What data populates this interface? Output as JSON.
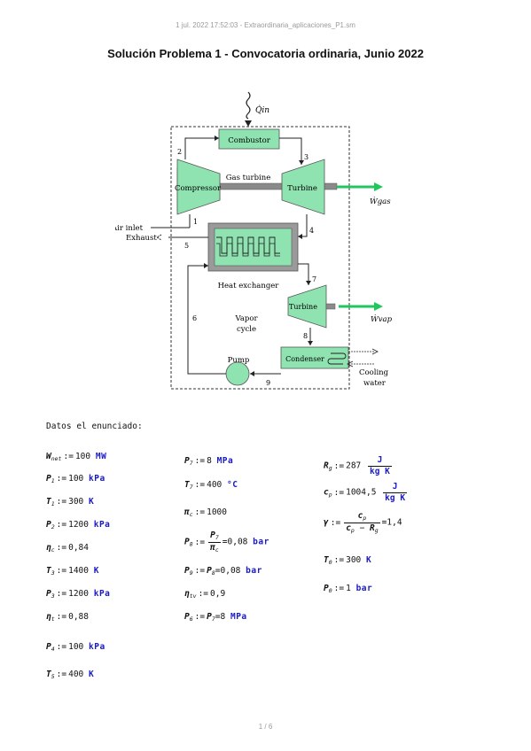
{
  "header": {
    "stamp": "1 jul. 2022 17:52:03 - Extraordinaria_aplicaciones_P1.sm",
    "title": "Solución Problema 1 - Convocatoria ordinaria, Junio 2022"
  },
  "diagram": {
    "labels": {
      "q_in": "Q̇in",
      "combustor": "Combustor",
      "gas_turbine": "Gas turbine",
      "compressor": "Compressor",
      "turbine_gas": "Turbine",
      "w_gas": "Ẇgas",
      "air_inlet": "Air inlet",
      "exhaust": "Exhaust",
      "heat_exchanger": "Heat exchanger",
      "turbine_vap": "Turbine",
      "w_vap": "Ẇvap",
      "vapor_cycle": "Vapor",
      "vapor_cycle2": "cycle",
      "pump": "Pump",
      "condenser": "Condenser",
      "cooling": "Cooling",
      "water": "water"
    },
    "states": [
      "1",
      "2",
      "3",
      "4",
      "5",
      "6",
      "7",
      "8",
      "9"
    ],
    "colors": {
      "component": "#8fe3b0",
      "arrow": "#22c55e",
      "frame": "#333333"
    }
  },
  "section": {
    "label": "Datos el enunciado:"
  },
  "equations": {
    "wnet": {
      "sym": "W",
      "sub": "net",
      "value": "100",
      "unit": "MW"
    },
    "p1": {
      "sym": "P",
      "sub": "1",
      "value": "100",
      "unit": "kPa"
    },
    "t1": {
      "sym": "T",
      "sub": "1",
      "value": "300",
      "unit": "K"
    },
    "p2": {
      "sym": "P",
      "sub": "2",
      "value": "1200",
      "unit": "kPa"
    },
    "etac": {
      "sym": "η",
      "sub": "c",
      "value": "0,84"
    },
    "t3": {
      "sym": "T",
      "sub": "3",
      "value": "1400",
      "unit": "K"
    },
    "p3": {
      "sym": "P",
      "sub": "3",
      "value": "1200",
      "unit": "kPa"
    },
    "etat": {
      "sym": "η",
      "sub": "t",
      "value": "0,88"
    },
    "p4": {
      "sym": "P",
      "sub": "4",
      "value": "100",
      "unit": "kPa"
    },
    "t5": {
      "sym": "T",
      "sub": "5",
      "value": "400",
      "unit": "K"
    },
    "p7": {
      "sym": "P",
      "sub": "7",
      "value": "8",
      "unit": "MPa"
    },
    "t7": {
      "sym": "T",
      "sub": "7",
      "value": "400",
      "unit": "°C"
    },
    "pic": {
      "sym": "π",
      "sub": "c",
      "value": "1000"
    },
    "p8": {
      "sym": "P",
      "sub": "8",
      "num_sym": "P",
      "num_sub": "7",
      "den_sym": "π",
      "den_sub": "c",
      "value": "0,08",
      "unit": "bar"
    },
    "p9": {
      "sym": "P",
      "sub": "9",
      "mid_sym": "P",
      "mid_sub": "8",
      "value": "0,08",
      "unit": "bar"
    },
    "etatv": {
      "sym": "η",
      "sub": "tv",
      "value": "0,9"
    },
    "p6": {
      "sym": "P",
      "sub": "6",
      "mid_sym": "P",
      "mid_sub": "7",
      "value": "8",
      "unit": "MPa"
    },
    "rg": {
      "sym": "R",
      "sub": "g",
      "value": "287",
      "unit_num": "J",
      "unit_den": "kg K"
    },
    "cp": {
      "sym": "c",
      "sub": "p",
      "value": "1004,5",
      "unit_num": "J",
      "unit_den": "kg K"
    },
    "gamma": {
      "sym": "γ",
      "num_sym": "c",
      "num_sub": "p",
      "den_a": "c",
      "den_a_sub": "p",
      "den_b": "R",
      "den_b_sub": "g",
      "value": "1,4"
    },
    "t0": {
      "sym": "T",
      "sub": "0",
      "value": "300",
      "unit": "K"
    },
    "p0": {
      "sym": "P",
      "sub": "0",
      "value": "1",
      "unit": "bar"
    }
  },
  "footer": {
    "page": "1 / 6"
  }
}
